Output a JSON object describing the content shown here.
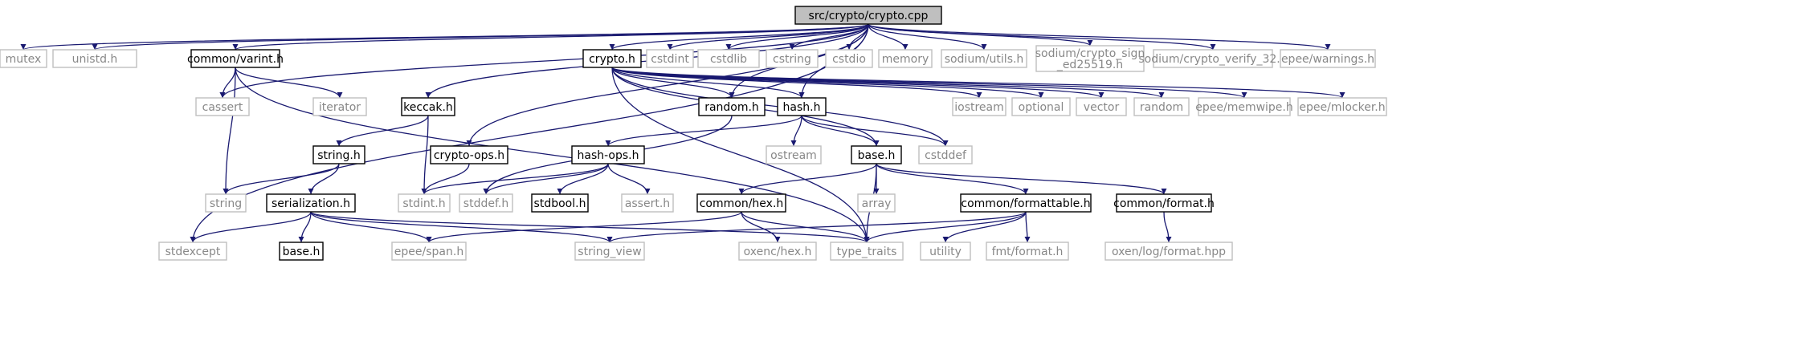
{
  "diagram": {
    "title": "",
    "edge_color": "#191970",
    "node_styles": {
      "root": {
        "fill": "#bfbfbf",
        "border": "#000000"
      },
      "local": {
        "fill": "#ffffff",
        "border": "#000000"
      },
      "system": {
        "fill": "#ffffff",
        "border": "#bfbfbf",
        "text": "#888888"
      }
    },
    "nodes": [
      {
        "id": "root",
        "label": "src/crypto/crypto.cpp",
        "kind": "root"
      },
      {
        "id": "mutex",
        "label": "mutex",
        "kind": "system"
      },
      {
        "id": "unistd",
        "label": "unistd.h",
        "kind": "system"
      },
      {
        "id": "varint",
        "label": "common/varint.h",
        "kind": "local"
      },
      {
        "id": "cryptoh",
        "label": "crypto.h",
        "kind": "local"
      },
      {
        "id": "cstdint",
        "label": "cstdint",
        "kind": "system"
      },
      {
        "id": "cstdlib",
        "label": "cstdlib",
        "kind": "system"
      },
      {
        "id": "cstring",
        "label": "cstring",
        "kind": "system"
      },
      {
        "id": "cstdio",
        "label": "cstdio",
        "kind": "system"
      },
      {
        "id": "memory",
        "label": "memory",
        "kind": "system"
      },
      {
        "id": "sodium_utils",
        "label": "sodium/utils.h",
        "kind": "system"
      },
      {
        "id": "sodium_sign",
        "label": [
          "sodium/crypto_sign",
          "_ed25519.h"
        ],
        "kind": "system"
      },
      {
        "id": "sodium_verify",
        "label": "sodium/crypto_verify_32.h",
        "kind": "system"
      },
      {
        "id": "epee_warnings",
        "label": "epee/warnings.h",
        "kind": "system"
      },
      {
        "id": "cassert",
        "label": "cassert",
        "kind": "system"
      },
      {
        "id": "iterator",
        "label": "iterator",
        "kind": "system"
      },
      {
        "id": "keccak",
        "label": "keccak.h",
        "kind": "local"
      },
      {
        "id": "random",
        "label": "random.h",
        "kind": "local"
      },
      {
        "id": "hash",
        "label": "hash.h",
        "kind": "local"
      },
      {
        "id": "iostream",
        "label": "iostream",
        "kind": "system"
      },
      {
        "id": "optional",
        "label": "optional",
        "kind": "system"
      },
      {
        "id": "vector",
        "label": "vector",
        "kind": "system"
      },
      {
        "id": "random_std",
        "label": "random",
        "kind": "system"
      },
      {
        "id": "memwipe",
        "label": "epee/memwipe.h",
        "kind": "system"
      },
      {
        "id": "mlocker",
        "label": "epee/mlocker.h",
        "kind": "system"
      },
      {
        "id": "stringh",
        "label": "string.h",
        "kind": "local"
      },
      {
        "id": "cryptoops",
        "label": "crypto-ops.h",
        "kind": "local"
      },
      {
        "id": "hashops",
        "label": "hash-ops.h",
        "kind": "local"
      },
      {
        "id": "ostream",
        "label": "ostream",
        "kind": "system"
      },
      {
        "id": "base",
        "label": "base.h",
        "kind": "local"
      },
      {
        "id": "cstddef",
        "label": "cstddef",
        "kind": "system"
      },
      {
        "id": "string",
        "label": "string",
        "kind": "system"
      },
      {
        "id": "serialization",
        "label": "serialization.h",
        "kind": "local"
      },
      {
        "id": "stdint",
        "label": "stdint.h",
        "kind": "system"
      },
      {
        "id": "stddef",
        "label": "stddef.h",
        "kind": "system"
      },
      {
        "id": "stdbool",
        "label": "stdbool.h",
        "kind": "local"
      },
      {
        "id": "assert",
        "label": "assert.h",
        "kind": "system"
      },
      {
        "id": "hexh",
        "label": "common/hex.h",
        "kind": "local"
      },
      {
        "id": "array",
        "label": "array",
        "kind": "system"
      },
      {
        "id": "formattable",
        "label": "common/formattable.h",
        "kind": "local"
      },
      {
        "id": "formath",
        "label": "common/format.h",
        "kind": "local"
      },
      {
        "id": "stdexcept",
        "label": "stdexcept",
        "kind": "system"
      },
      {
        "id": "base2",
        "label": "base.h",
        "kind": "local"
      },
      {
        "id": "span",
        "label": "epee/span.h",
        "kind": "system"
      },
      {
        "id": "string_view",
        "label": "string_view",
        "kind": "system"
      },
      {
        "id": "oxenc_hex",
        "label": "oxenc/hex.h",
        "kind": "system"
      },
      {
        "id": "type_traits",
        "label": "type_traits",
        "kind": "system"
      },
      {
        "id": "utility",
        "label": "utility",
        "kind": "system"
      },
      {
        "id": "fmt_format",
        "label": "fmt/format.h",
        "kind": "system"
      },
      {
        "id": "oxen_log",
        "label": "oxen/log/format.hpp",
        "kind": "system"
      }
    ],
    "edges": [
      [
        "root",
        "mutex"
      ],
      [
        "root",
        "unistd"
      ],
      [
        "root",
        "varint"
      ],
      [
        "root",
        "cryptoh"
      ],
      [
        "root",
        "cstdint"
      ],
      [
        "root",
        "cstdlib"
      ],
      [
        "root",
        "cstring"
      ],
      [
        "root",
        "cstdio"
      ],
      [
        "root",
        "memory"
      ],
      [
        "root",
        "sodium_utils"
      ],
      [
        "root",
        "sodium_sign"
      ],
      [
        "root",
        "sodium_verify"
      ],
      [
        "root",
        "epee_warnings"
      ],
      [
        "root",
        "cassert"
      ],
      [
        "root",
        "stdexcept"
      ],
      [
        "root",
        "keccak"
      ],
      [
        "root",
        "random"
      ],
      [
        "root",
        "hash"
      ],
      [
        "root",
        "cryptoops"
      ],
      [
        "varint",
        "cassert"
      ],
      [
        "varint",
        "iterator"
      ],
      [
        "varint",
        "string"
      ],
      [
        "varint",
        "type_traits"
      ],
      [
        "cryptoh",
        "random"
      ],
      [
        "cryptoh",
        "hash"
      ],
      [
        "cryptoh",
        "base"
      ],
      [
        "cryptoh",
        "cstddef"
      ],
      [
        "cryptoh",
        "iostream"
      ],
      [
        "cryptoh",
        "optional"
      ],
      [
        "cryptoh",
        "vector"
      ],
      [
        "cryptoh",
        "random_std"
      ],
      [
        "cryptoh",
        "memwipe"
      ],
      [
        "cryptoh",
        "mlocker"
      ],
      [
        "cryptoh",
        "type_traits"
      ],
      [
        "keccak",
        "stringh"
      ],
      [
        "keccak",
        "stdint"
      ],
      [
        "random",
        "stddef"
      ],
      [
        "hash",
        "hashops"
      ],
      [
        "hash",
        "ostream"
      ],
      [
        "hash",
        "base"
      ],
      [
        "hash",
        "cstddef"
      ],
      [
        "stringh",
        "string"
      ],
      [
        "stringh",
        "serialization"
      ],
      [
        "cryptoops",
        "stdint"
      ],
      [
        "hashops",
        "stdint"
      ],
      [
        "hashops",
        "stddef"
      ],
      [
        "hashops",
        "stdbool"
      ],
      [
        "hashops",
        "assert"
      ],
      [
        "base",
        "hexh"
      ],
      [
        "base",
        "array"
      ],
      [
        "base",
        "formattable"
      ],
      [
        "base",
        "formath"
      ],
      [
        "base",
        "type_traits"
      ],
      [
        "serialization",
        "stdexcept"
      ],
      [
        "serialization",
        "base2"
      ],
      [
        "serialization",
        "span"
      ],
      [
        "serialization",
        "string_view"
      ],
      [
        "serialization",
        "type_traits"
      ],
      [
        "hexh",
        "span"
      ],
      [
        "hexh",
        "oxenc_hex"
      ],
      [
        "hexh",
        "type_traits"
      ],
      [
        "formattable",
        "string_view"
      ],
      [
        "formattable",
        "type_traits"
      ],
      [
        "formattable",
        "utility"
      ],
      [
        "formattable",
        "fmt_format"
      ],
      [
        "formath",
        "oxen_log"
      ]
    ]
  }
}
